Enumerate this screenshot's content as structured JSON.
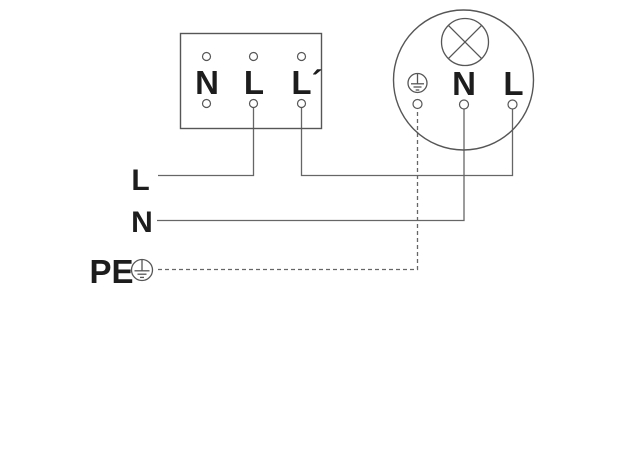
{
  "colors": {
    "background": "#ffffff",
    "wire": "#666666",
    "outline": "#565656",
    "text": "#1d1d1d"
  },
  "terminal_block": {
    "terminals": [
      {
        "label": "N"
      },
      {
        "label": "L"
      },
      {
        "label": "L´"
      }
    ]
  },
  "device": {
    "icons": [
      "lamp-icon",
      "protective-earth-icon"
    ],
    "terminals": [
      {
        "label": "",
        "icon": "protective-earth-icon"
      },
      {
        "label": "N"
      },
      {
        "label": "L"
      }
    ]
  },
  "supply_lines": [
    {
      "label": "L",
      "style": "solid"
    },
    {
      "label": "N",
      "style": "solid"
    },
    {
      "label": "PE",
      "style": "dashed",
      "icon": "protective-earth-icon"
    }
  ]
}
